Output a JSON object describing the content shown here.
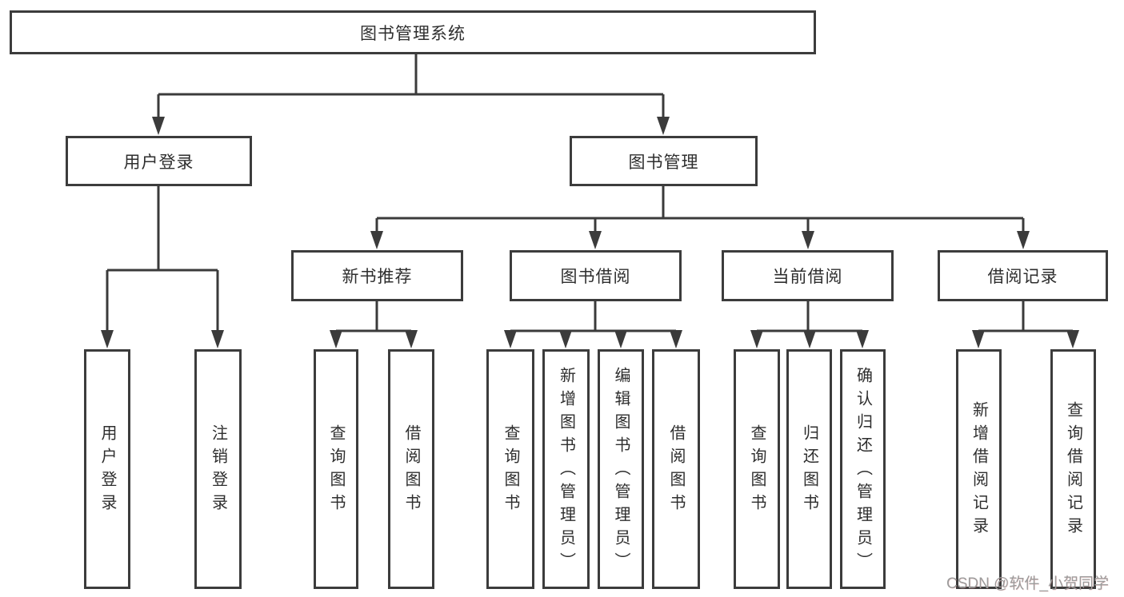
{
  "diagram": {
    "type": "hierarchy-tree",
    "nodes": {
      "root": {
        "label": "图书管理系统"
      },
      "level2": [
        {
          "label": "用户登录",
          "parent": "图书管理系统"
        },
        {
          "label": "图书管理",
          "parent": "图书管理系统"
        }
      ],
      "level3": [
        {
          "label": "新书推荐",
          "parent": "图书管理"
        },
        {
          "label": "图书借阅",
          "parent": "图书管理"
        },
        {
          "label": "当前借阅",
          "parent": "图书管理"
        },
        {
          "label": "借阅记录",
          "parent": "图书管理"
        }
      ],
      "leaves": [
        {
          "label": "用户登录",
          "parent": "用户登录"
        },
        {
          "label": "注销登录",
          "parent": "用户登录"
        },
        {
          "label": "查询图书",
          "parent": "新书推荐"
        },
        {
          "label": "借阅图书",
          "parent": "新书推荐"
        },
        {
          "label": "查询图书",
          "parent": "图书借阅"
        },
        {
          "label": "新增图书（管理员）",
          "parent": "图书借阅"
        },
        {
          "label": "编辑图书（管理员）",
          "parent": "图书借阅"
        },
        {
          "label": "借阅图书",
          "parent": "图书借阅"
        },
        {
          "label": "查询图书",
          "parent": "当前借阅"
        },
        {
          "label": "归还图书",
          "parent": "当前借阅"
        },
        {
          "label": "确认归还（管理员）",
          "parent": "当前借阅"
        },
        {
          "label": "新增借阅记录",
          "parent": "借阅记录"
        },
        {
          "label": "查询借阅记录",
          "parent": "借阅记录"
        }
      ]
    },
    "colors": {
      "line": "#3b3b3b",
      "box_border": "#3c3c3c",
      "text": "#2e2e2e",
      "watermark": "#9c9c9c",
      "background": "#ffffff"
    }
  },
  "watermark": {
    "text": "CSDN @软件_小贺同学"
  }
}
